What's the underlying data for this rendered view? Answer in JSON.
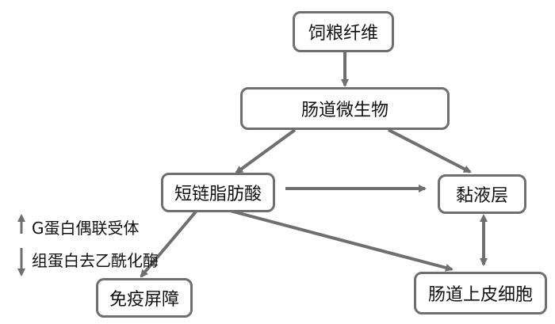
{
  "nodes": {
    "feed_fiber": "饲粮纤维",
    "gut_microbiota": "肠道微生物",
    "scfa": "短链脂肪酸",
    "mucus_layer": "黏液层",
    "immune_barrier": "免疫屏障",
    "epithelial_cells": "肠道上皮细胞"
  },
  "legend": {
    "up_item": "G蛋白偶联受体",
    "down_item": "组蛋白去乙酰化酶"
  },
  "colors": {
    "border": "#6f6f6f",
    "arrow": "#6f6f6f",
    "text": "#111111"
  }
}
